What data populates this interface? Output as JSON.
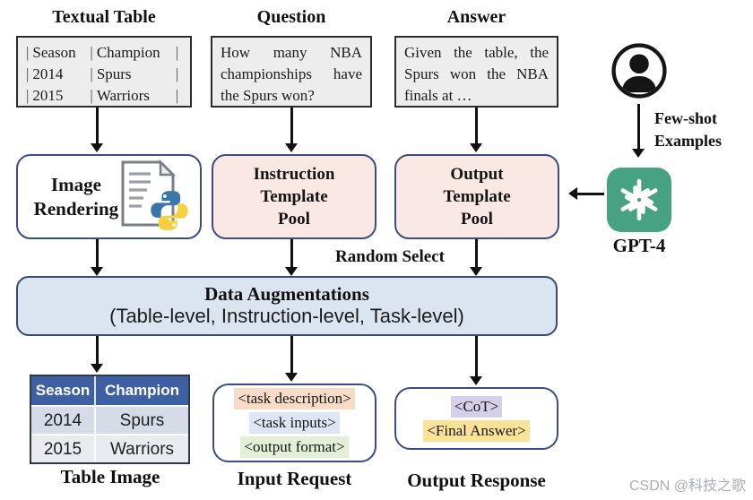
{
  "watermark": "CSDN @科技之歌",
  "colors": {
    "pool_pink": "#fae8e4",
    "augmentation_blue": "#dbe5f1",
    "box_border": "#3e4d7d",
    "gray_box": "#ededed",
    "table_header_blue": "#3e5fa1",
    "table_row1": "#d5dbe7",
    "table_row2": "#e9ebf1",
    "gpt_green": "#47a284",
    "tag_task_description": "#f8dcc8",
    "tag_task_inputs": "#dce7f3",
    "tag_output_format": "#e3efd7",
    "tag_cot": "#d6cfe9",
    "tag_final_answer": "#fae397"
  },
  "icons": [
    "user-icon",
    "document-icon",
    "python-icon",
    "openai-icon"
  ],
  "top": {
    "textual_table": {
      "title": "Textual Table",
      "pipe": "|",
      "rows": [
        [
          "Season",
          "Champion"
        ],
        [
          "2014",
          "Spurs"
        ],
        [
          "2015",
          "Warriors"
        ]
      ]
    },
    "question": {
      "title": "Question",
      "text": "How many NBA championships have the Spurs won?"
    },
    "answer": {
      "title": "Answer",
      "text": "Given the table, the Spurs won the NBA finals at …"
    }
  },
  "expert": {
    "few_shot": [
      "Few-shot",
      "Examples"
    ],
    "gpt_label": "GPT-4"
  },
  "middle": {
    "image_rendering": [
      "Image",
      "Rendering"
    ],
    "instruction_pool": [
      "Instruction",
      "Template",
      "Pool"
    ],
    "output_pool": [
      "Output",
      "Template",
      "Pool"
    ],
    "random_select": "Random Select"
  },
  "augmentation": {
    "title": "Data Augmentations",
    "subtitle": "(Table-level, Instruction-level, Task-level)"
  },
  "bottom": {
    "table_image": {
      "header": [
        "Season",
        "Champion"
      ],
      "rows": [
        [
          "2014",
          "Spurs"
        ],
        [
          "2015",
          "Warriors"
        ]
      ],
      "label": "Table Image"
    },
    "input_request": {
      "tags": [
        "<task description>",
        "<task inputs>",
        "<output format>"
      ],
      "label": "Input Request"
    },
    "output_response": {
      "tags": [
        "<CoT>",
        "<Final Answer>"
      ],
      "label": "Output Response"
    }
  }
}
